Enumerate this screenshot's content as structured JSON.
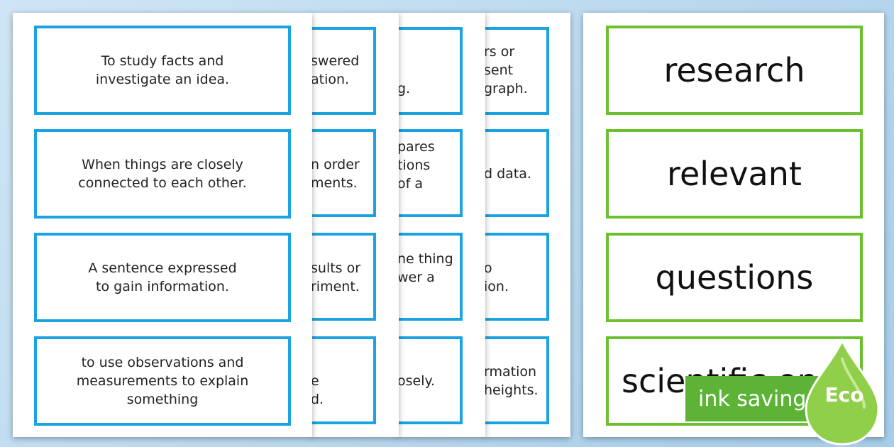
{
  "definitions_front": [
    "To study facts and\ninvestigate an idea.",
    "When things are closely\nconnected to each other.",
    "A sentence expressed\nto gain information.",
    "to use observations and\nmeasurements to explain\nsomething"
  ],
  "sheet2_fragments": [
    "swered\nation.",
    "n order\nments.",
    "sults or\nriment.",
    "e\nd."
  ],
  "sheet3_fragments": [
    " \ng.",
    "pares\ntions\nof a",
    "ne thing\nwer a",
    "osely."
  ],
  "sheet4_fragments": [
    "rs or\nsent\ngraph.",
    "d data.",
    "o\nion.",
    "rmation\nheights."
  ],
  "words": [
    "research",
    "relevant",
    "questions",
    "scientific enqui"
  ],
  "badge": {
    "label": "ink saving",
    "eco": "Eco"
  },
  "colors": {
    "definition_border": "#1aa3e0",
    "word_border": "#6cbf2e",
    "badge": "#5cb335"
  }
}
